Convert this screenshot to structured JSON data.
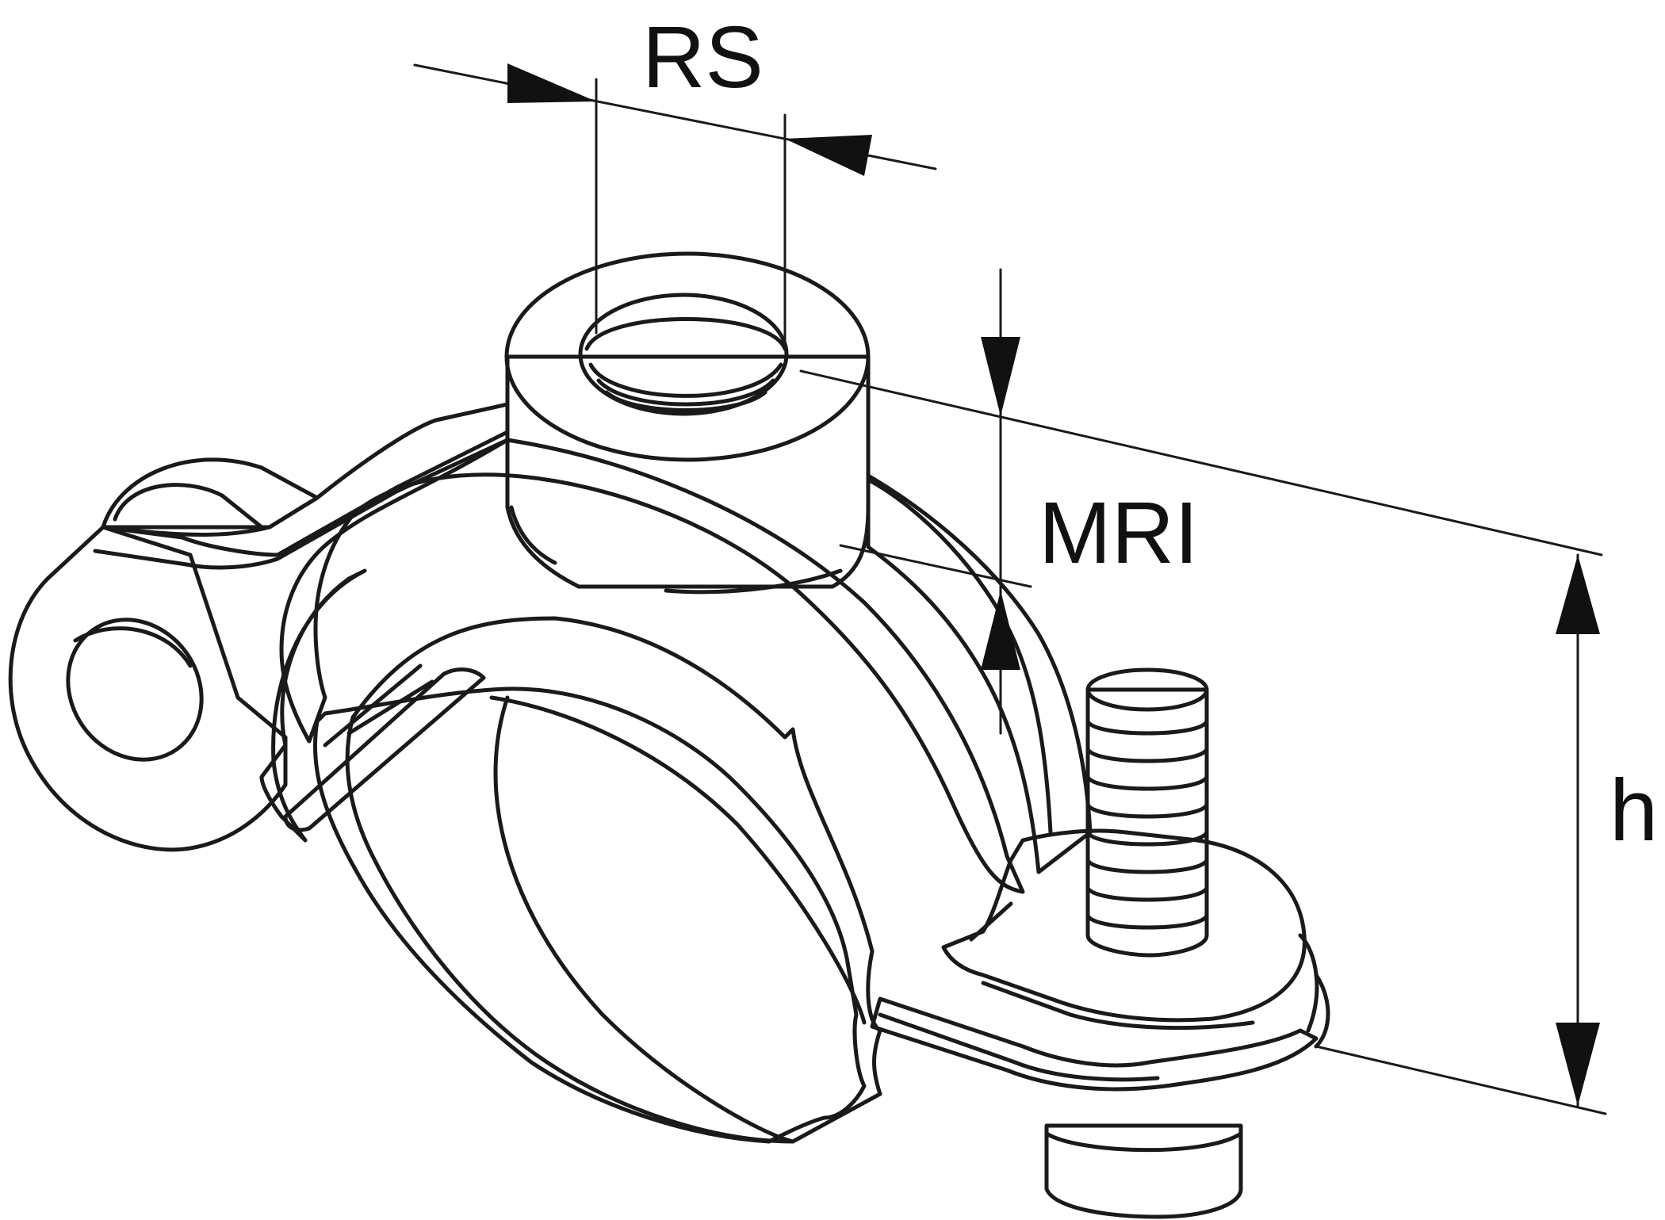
{
  "diagram": {
    "labels": {
      "rs": "RS",
      "mri": "MRI",
      "h": "h"
    },
    "colors": {
      "metal_light": "#e8eaec",
      "metal_mid": "#c9ccd0",
      "metal_dark": "#a9adb2",
      "outline": "#1a1a1a"
    }
  }
}
